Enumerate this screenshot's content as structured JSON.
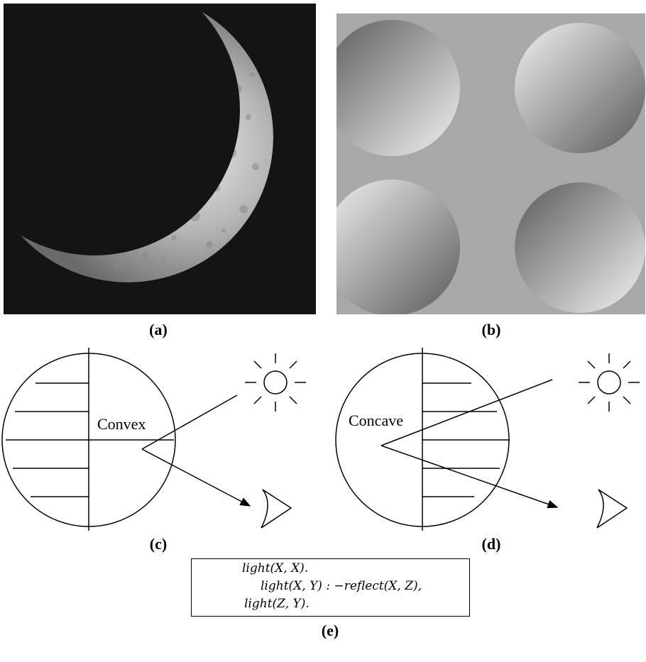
{
  "panels": {
    "a": {
      "caption": "(a)"
    },
    "b": {
      "caption": "(b)"
    },
    "c": {
      "caption": "(c)",
      "label": "Convex"
    },
    "d": {
      "caption": "(d)",
      "label": "Concave"
    },
    "e": {
      "caption": "(e)"
    }
  },
  "program": {
    "line1": "light(X, X).",
    "line2": "light(X, Y) : −reflect(X, Z),",
    "line3": "light(Z, Y)."
  },
  "colors": {
    "sky": "#141414",
    "shading_background": "#a8a8a8",
    "ink": "#000000"
  }
}
